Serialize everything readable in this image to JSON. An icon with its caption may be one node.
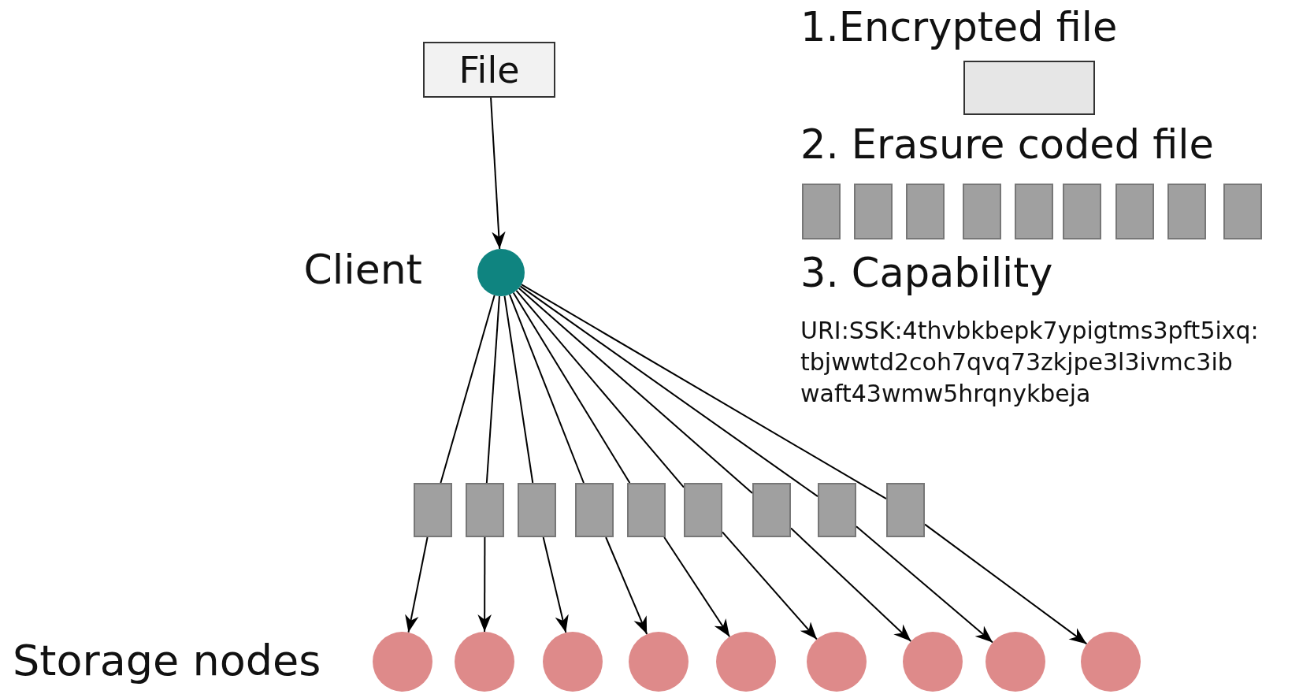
{
  "diagram": {
    "nodes": [
      {
        "text": [
          "File"
        ]
      },
      {
        "text": [],
        "shape": "circle",
        "beside": [
          "Client"
        ]
      },
      {
        "text": [],
        "shape": "box"
      },
      {
        "text": [],
        "shape": "box"
      },
      {
        "text": [],
        "shape": "box"
      },
      {
        "text": [],
        "shape": "box"
      },
      {
        "text": [],
        "shape": "box"
      },
      {
        "text": [],
        "shape": "box"
      },
      {
        "text": [],
        "shape": "box"
      },
      {
        "text": [],
        "shape": "box"
      },
      {
        "text": [],
        "shape": "box"
      },
      {
        "text": [],
        "shape": "circle"
      },
      {
        "text": [],
        "shape": "circle"
      },
      {
        "text": [],
        "shape": "circle"
      },
      {
        "text": [],
        "shape": "circle"
      },
      {
        "text": [],
        "shape": "circle"
      },
      {
        "text": [],
        "shape": "circle"
      },
      {
        "text": [],
        "shape": "circle"
      },
      {
        "text": [],
        "shape": "circle"
      },
      {
        "text": [],
        "shape": "circle"
      },
      {
        "text": [],
        "shape": "box"
      },
      {
        "text": [],
        "shape": "box"
      },
      {
        "text": [],
        "shape": "box"
      },
      {
        "text": [],
        "shape": "box"
      },
      {
        "text": [],
        "shape": "box"
      },
      {
        "text": [],
        "shape": "box"
      },
      {
        "text": [],
        "shape": "box"
      },
      {
        "text": [],
        "shape": "box"
      },
      {
        "text": [],
        "shape": "box"
      },
      {
        "text": [],
        "shape": "box"
      }
    ],
    "edges": [
      {
        "from": 0,
        "to": 1,
        "arrow": "to"
      },
      {
        "from": 1,
        "to": 2,
        "arrow": "none"
      },
      {
        "from": 2,
        "to": 11,
        "arrow": "to"
      },
      {
        "from": 1,
        "to": 3,
        "arrow": "none"
      },
      {
        "from": 3,
        "to": 12,
        "arrow": "to"
      },
      {
        "from": 1,
        "to": 4,
        "arrow": "none"
      },
      {
        "from": 4,
        "to": 13,
        "arrow": "to"
      },
      {
        "from": 1,
        "to": 5,
        "arrow": "none"
      },
      {
        "from": 5,
        "to": 14,
        "arrow": "to"
      },
      {
        "from": 1,
        "to": 6,
        "arrow": "none"
      },
      {
        "from": 6,
        "to": 15,
        "arrow": "to"
      },
      {
        "from": 1,
        "to": 7,
        "arrow": "none"
      },
      {
        "from": 7,
        "to": 16,
        "arrow": "to"
      },
      {
        "from": 1,
        "to": 8,
        "arrow": "none"
      },
      {
        "from": 8,
        "to": 17,
        "arrow": "to"
      },
      {
        "from": 1,
        "to": 9,
        "arrow": "none"
      },
      {
        "from": 9,
        "to": 18,
        "arrow": "to"
      },
      {
        "from": 1,
        "to": 10,
        "arrow": "none"
      },
      {
        "from": 10,
        "to": 19,
        "arrow": "to"
      }
    ],
    "labels": [
      "1.Encrypted file",
      "2. Erasure coded file",
      "3. Capability",
      "URI:SSK:4thvbkbepk7ypigtms3pft5ixq: tbjwwtd2coh7qvq73zkjpe3l3ivmc3ib waft43wmw5hrqnykbeja",
      "Storage nodes"
    ]
  }
}
